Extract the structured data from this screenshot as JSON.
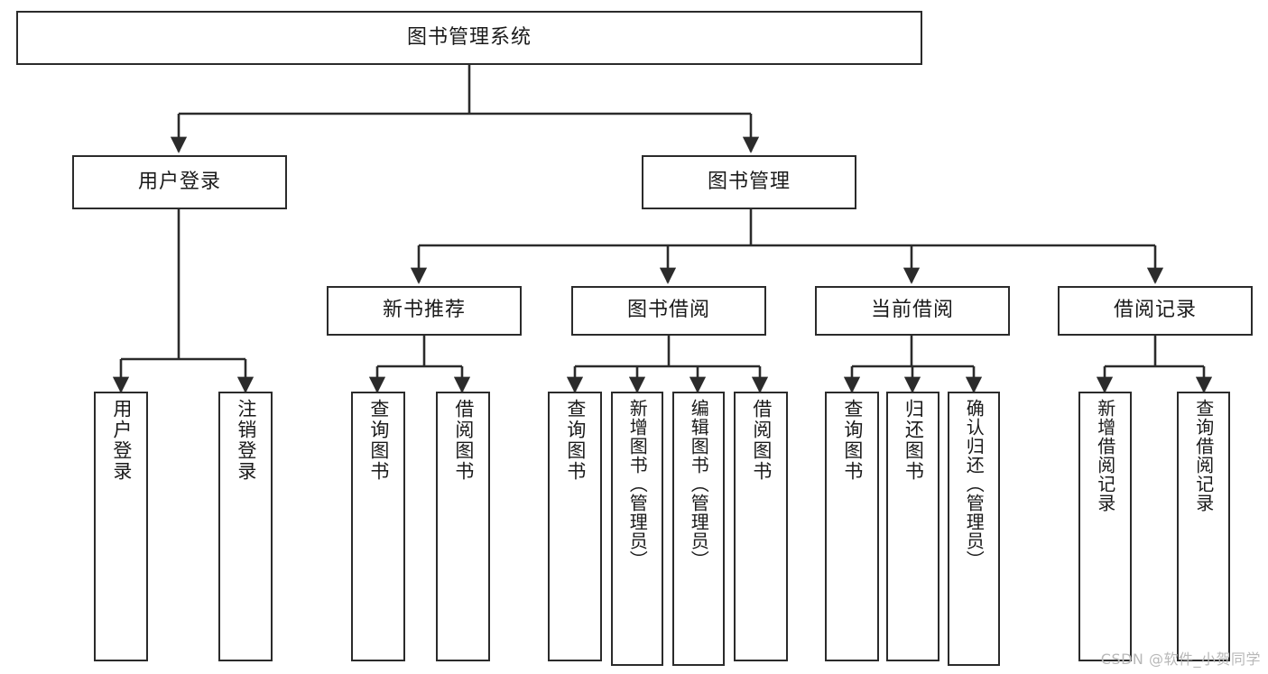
{
  "diagram": {
    "title": "图书管理系统",
    "type": "tree-hierarchy",
    "background_color": "#ffffff",
    "box_border_color": "#2b2b2b",
    "text_color": "#1a1a1a",
    "watermark": "CSDN @软件_小贺同学",
    "nodes": {
      "root": {
        "label": "图书管理系统"
      },
      "level2": [
        {
          "label": "用户登录"
        },
        {
          "label": "图书管理"
        }
      ],
      "level3": [
        {
          "label": "新书推荐"
        },
        {
          "label": "图书借阅"
        },
        {
          "label": "当前借阅"
        },
        {
          "label": "借阅记录"
        }
      ],
      "leaves": {
        "user_login": [
          {
            "label": "用户登录"
          },
          {
            "label": "注销登录"
          }
        ],
        "new_book_recommend": [
          {
            "label": "查询图书"
          },
          {
            "label": "借阅图书"
          }
        ],
        "book_borrow": [
          {
            "label": "查询图书"
          },
          {
            "label": "新增图书（管理员）"
          },
          {
            "label": "编辑图书（管理员）"
          },
          {
            "label": "借阅图书"
          }
        ],
        "current_borrow": [
          {
            "label": "查询图书"
          },
          {
            "label": "归还图书"
          },
          {
            "label": "确认归还（管理员）"
          }
        ],
        "borrow_record": [
          {
            "label": "新增借阅记录"
          },
          {
            "label": "查询借阅记录"
          }
        ]
      }
    }
  }
}
